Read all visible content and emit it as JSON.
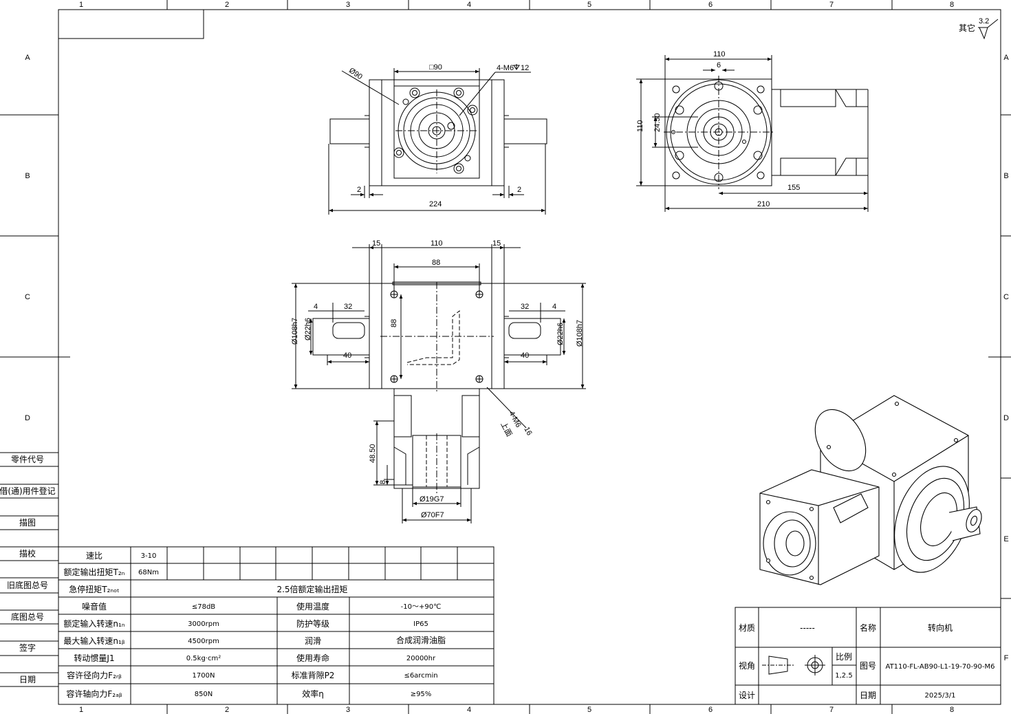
{
  "zones": {
    "columns": [
      "1",
      "2",
      "3",
      "4",
      "5",
      "6",
      "7",
      "8"
    ],
    "rows": [
      "A",
      "B",
      "C",
      "D",
      "E",
      "F"
    ]
  },
  "roughness": {
    "label": "其它",
    "value": "3.2"
  },
  "dims": {
    "d90": "Ø90",
    "sq90": "□90",
    "tap_top": "4-M6",
    "tap_top_depth": "12",
    "gap_l": "2",
    "gap_r": "2",
    "w224": "224",
    "d110": "110",
    "d6": "6",
    "h110": "110",
    "d24_50": "24.50",
    "d155": "155",
    "d210": "210",
    "d15l": "15",
    "d110b": "110",
    "d15r": "15",
    "d88": "88",
    "d4l": "4",
    "d32l": "32",
    "d40l": "40",
    "d22h6l": "Ø22h6",
    "d108h7l": "Ø108h7",
    "d88v": "88",
    "d32r": "32",
    "d4r": "4",
    "d40r": "40",
    "d22h6r": "Ø22h6",
    "d108h7r": "Ø108h7",
    "tap_bot": "4-M6",
    "tap_bot_depth": "16",
    "tap_bot_note": "上面",
    "d48_50": "48.50",
    "d8": "8",
    "d19g7": "Ø19G7",
    "d70f7": "Ø70F7"
  },
  "side_labels": [
    "零件代号",
    "借(通)用件登记",
    "描图",
    "描校",
    "旧底图总号",
    "底图总号",
    "签字",
    "日期"
  ],
  "spec_table": {
    "ratio_label": "速比",
    "ratio_value": "3-10",
    "rated_torque_label": "额定输出扭矩T₂ₙ",
    "rated_torque_value": "68Nm",
    "emergency_label": "急停扭矩T₂ₙₒₜ",
    "emergency_value": "2.5倍额定输出扭矩",
    "rows": [
      {
        "l1": "噪音值",
        "v1": "≤78dB",
        "l2": "使用温度",
        "v2": "-10～+90℃"
      },
      {
        "l1": "额定输入转速n₁ₙ",
        "v1": "3000rpm",
        "l2": "防护等级",
        "v2": "IP65"
      },
      {
        "l1": "最大输入转速n₁ᵦ",
        "v1": "4500rpm",
        "l2": "润滑",
        "v2": "合成润滑油脂"
      },
      {
        "l1": "转动惯量J1",
        "v1": "0.5kg·cm²",
        "l2": "使用寿命",
        "v2": "20000hr"
      },
      {
        "l1": "容许径向力F₂ᵣᵦ",
        "v1": "1700N",
        "l2": "标准背隙P2",
        "v2": "≤6arcmin"
      },
      {
        "l1": "容许轴向力F₂ₐᵦ",
        "v1": "850N",
        "l2": "效率η",
        "v2": "≥95%"
      }
    ]
  },
  "title_block": {
    "material_label": "材质",
    "material_value": "-----",
    "name_label": "名称",
    "name_value": "转向机",
    "view_label": "视角",
    "scale_label": "比例",
    "scale_value": "1,2.5",
    "drawing_no_label": "图号",
    "drawing_no_value": "AT110-FL-AB90-L1-19-70-90-M6",
    "design_label": "设计",
    "date_label": "日期",
    "date_value": "2025/3/1"
  }
}
